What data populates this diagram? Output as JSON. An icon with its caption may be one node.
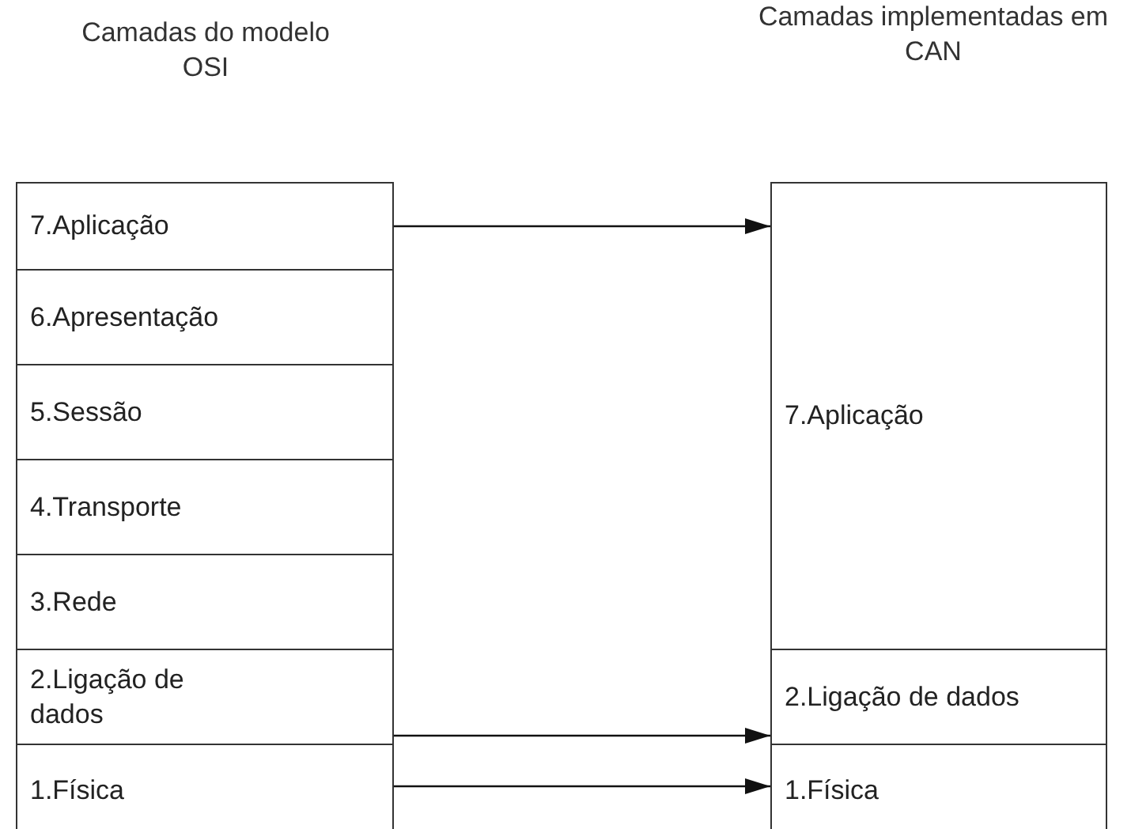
{
  "diagram": {
    "nodes": [
      {
        "text": [
          "7.Aplicação"
        ]
      },
      {
        "text": [
          "6.Apresentação"
        ]
      },
      {
        "text": [
          "5.Sessão"
        ]
      },
      {
        "text": [
          "4.Transporte"
        ]
      },
      {
        "text": [
          "3.Rede"
        ]
      },
      {
        "text": [
          "2.Ligação de dados"
        ]
      },
      {
        "text": [
          "1.Física"
        ]
      },
      {
        "text": [
          "7.Aplicação"
        ]
      },
      {
        "text": [
          "2.Ligação de dados"
        ]
      },
      {
        "text": [
          "1.Física"
        ]
      }
    ],
    "edges": [
      {
        "from": 0,
        "to": 7,
        "arrow": "to"
      },
      {
        "from": 5,
        "to": 8,
        "arrow": "to"
      },
      {
        "from": 6,
        "to": 9,
        "arrow": "to"
      }
    ],
    "labels": [
      "Camadas do modelo OSI",
      "Camadas implementadas em CAN"
    ]
  }
}
